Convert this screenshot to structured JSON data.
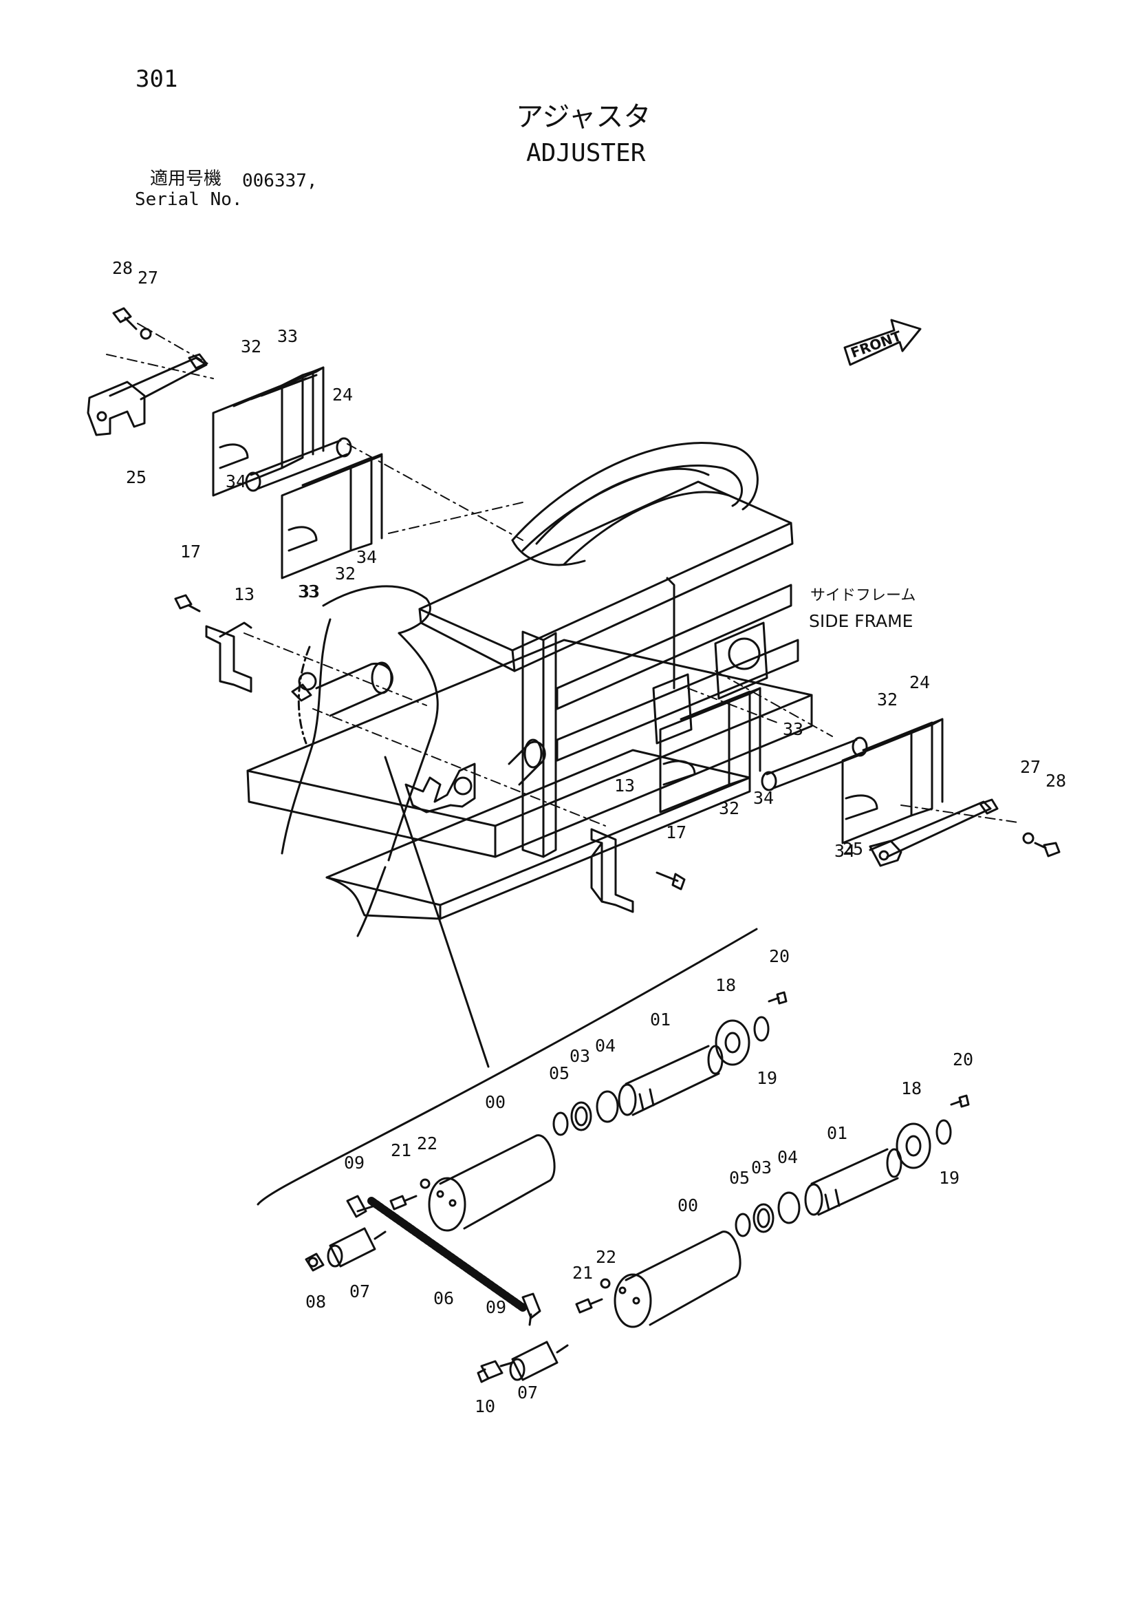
{
  "header": {
    "page_number": "301",
    "title_jp": "アジャスタ",
    "title_en": "ADJUSTER",
    "serial_label_jp": "適用号機",
    "serial_value": "006337,",
    "serial_label_en": "Serial No."
  },
  "annotations": {
    "side_frame_jp": "サイドフレーム",
    "side_frame_en": "SIDE FRAME",
    "front": "FRONT"
  },
  "part_labels": [
    {
      "id": "28",
      "text": "28"
    },
    {
      "id": "27",
      "text": "27"
    },
    {
      "id": "32",
      "text": "32"
    },
    {
      "id": "33",
      "text": "33"
    },
    {
      "id": "24",
      "text": "24"
    },
    {
      "id": "25",
      "text": "25"
    },
    {
      "id": "34",
      "text": "34"
    },
    {
      "id": "34",
      "text": "34"
    },
    {
      "id": "32",
      "text": "32"
    },
    {
      "id": "33",
      "text": "33"
    },
    {
      "id": "17",
      "text": "17"
    },
    {
      "id": "13",
      "text": "13"
    },
    {
      "id": "33",
      "text": "33"
    },
    {
      "id": "32",
      "text": "32"
    },
    {
      "id": "34",
      "text": "34"
    },
    {
      "id": "33",
      "text": "33"
    },
    {
      "id": "32",
      "text": "32"
    },
    {
      "id": "24",
      "text": "24"
    },
    {
      "id": "34",
      "text": "34"
    },
    {
      "id": "25",
      "text": "25"
    },
    {
      "id": "27",
      "text": "27"
    },
    {
      "id": "28",
      "text": "28"
    },
    {
      "id": "13",
      "text": "13"
    },
    {
      "id": "17",
      "text": "17"
    },
    {
      "id": "20",
      "text": "20"
    },
    {
      "id": "18",
      "text": "18"
    },
    {
      "id": "01",
      "text": "01"
    },
    {
      "id": "19",
      "text": "19"
    },
    {
      "id": "05",
      "text": "05"
    },
    {
      "id": "03",
      "text": "03"
    },
    {
      "id": "04",
      "text": "04"
    },
    {
      "id": "00",
      "text": "00"
    },
    {
      "id": "21",
      "text": "21"
    },
    {
      "id": "22",
      "text": "22"
    },
    {
      "id": "09",
      "text": "09"
    },
    {
      "id": "07",
      "text": "07"
    },
    {
      "id": "08",
      "text": "08"
    },
    {
      "id": "06",
      "text": "06"
    },
    {
      "id": "09",
      "text": "09"
    },
    {
      "id": "20",
      "text": "20"
    },
    {
      "id": "18",
      "text": "18"
    },
    {
      "id": "01",
      "text": "01"
    },
    {
      "id": "19",
      "text": "19"
    },
    {
      "id": "05",
      "text": "05"
    },
    {
      "id": "03",
      "text": "03"
    },
    {
      "id": "04",
      "text": "04"
    },
    {
      "id": "00",
      "text": "00"
    },
    {
      "id": "21",
      "text": "21"
    },
    {
      "id": "22",
      "text": "22"
    },
    {
      "id": "10",
      "text": "10"
    },
    {
      "id": "07",
      "text": "07"
    }
  ]
}
